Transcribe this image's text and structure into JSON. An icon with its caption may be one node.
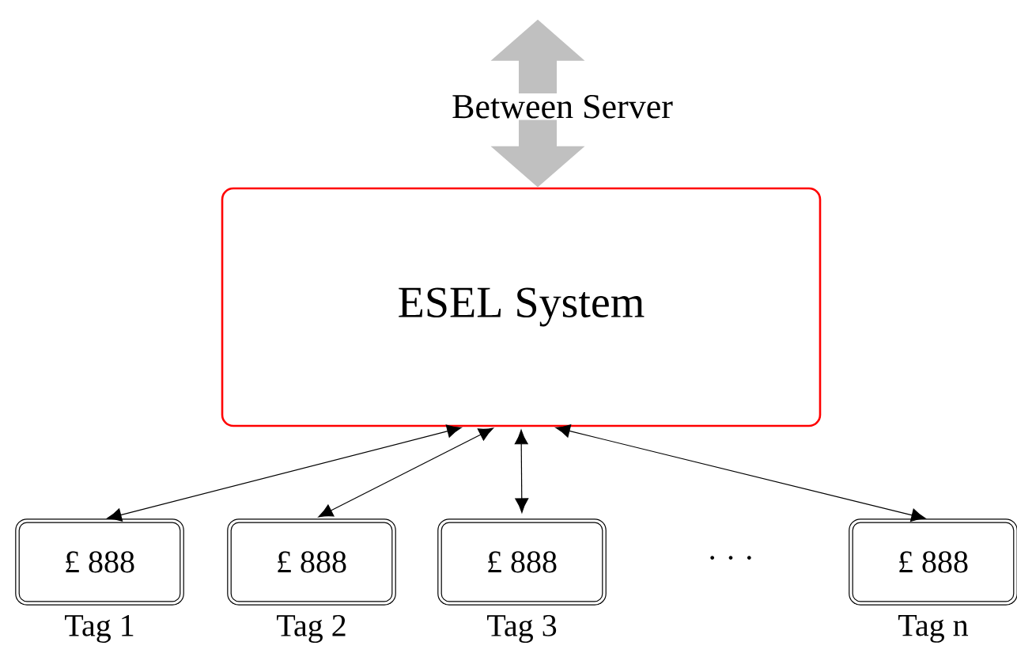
{
  "diagram": {
    "nodes": [
      {
        "text": [
          "ESEL System"
        ]
      },
      {
        "text": [
          "£ 888"
        ],
        "beside": [
          "Tag 1"
        ]
      },
      {
        "text": [
          "£ 888"
        ],
        "beside": [
          "Tag 2"
        ]
      },
      {
        "text": [
          "£ 888"
        ],
        "beside": [
          "Tag 3"
        ]
      },
      {
        "text": [
          "£ 888"
        ],
        "beside": [
          "Tag n"
        ]
      }
    ],
    "edges": [
      {
        "from": null,
        "to": 0,
        "arrow": "both",
        "label": "Between Server",
        "style": "thick",
        "color": "#c0c0c0"
      },
      {
        "from": 0,
        "to": 1,
        "arrow": "both"
      },
      {
        "from": 0,
        "to": 2,
        "arrow": "both"
      },
      {
        "from": 0,
        "to": 3,
        "arrow": "both"
      },
      {
        "from": 0,
        "to": 4,
        "arrow": "both"
      }
    ],
    "labels": [
      "· · ·"
    ]
  }
}
